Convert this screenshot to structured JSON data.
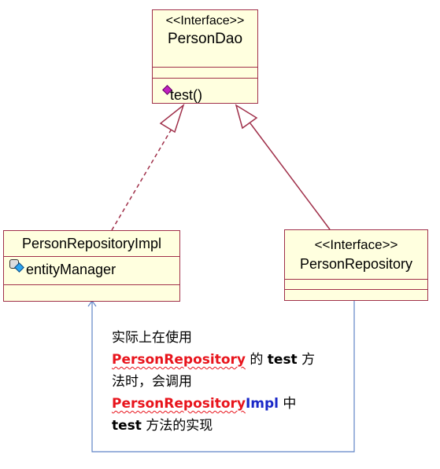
{
  "person_dao": {
    "stereotype": "<<Interface>>",
    "name": "PersonDao",
    "method": "test()"
  },
  "person_repository_impl": {
    "name": "PersonRepositoryImpl",
    "attribute": "entityManager"
  },
  "person_repository": {
    "stereotype": "<<Interface>>",
    "name": "PersonRepository"
  },
  "note": {
    "line1": "实际上在使用",
    "line2_class": "PersonRepository",
    "line2_mid": " 的 ",
    "line2_method": "test",
    "line2_end": " 方",
    "line3": "法时，会调用",
    "line4_class_a": "PersonRepository",
    "line4_class_b": "Impl",
    "line4_end": " 中",
    "line5_method": "test",
    "line5_end": " 方法的实现"
  },
  "colors": {
    "class_fill": "#ffffdf",
    "class_border": "#a0304a",
    "note_line": "#5f84c6",
    "highlight_red": "#e8141c",
    "highlight_blue": "#1a28c8"
  }
}
